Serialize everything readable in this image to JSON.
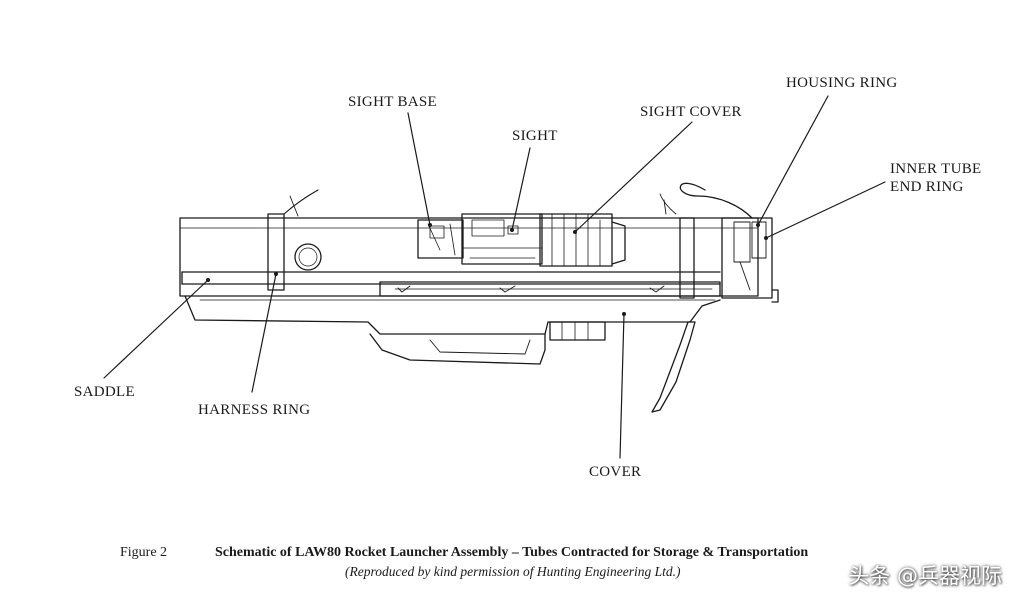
{
  "labels": {
    "sight_base": "SIGHT BASE",
    "sight": "SIGHT",
    "sight_cover": "SIGHT COVER",
    "housing_ring": "HOUSING RING",
    "inner_tube_end_ring_line1": "INNER TUBE",
    "inner_tube_end_ring_line2": "END RING",
    "saddle": "SADDLE",
    "harness_ring": "HARNESS RING",
    "cover": "COVER"
  },
  "caption": {
    "figure_number": "Figure 2",
    "title": "Schematic of LAW80 Rocket Launcher Assembly – Tubes Contracted for Storage & Transportation",
    "credit": "(Reproduced by kind permission of Hunting Engineering Ltd.)"
  },
  "watermark": "头条 @兵器视际",
  "colors": {
    "ink": "#1a1a1a",
    "paper": "#ffffff"
  }
}
